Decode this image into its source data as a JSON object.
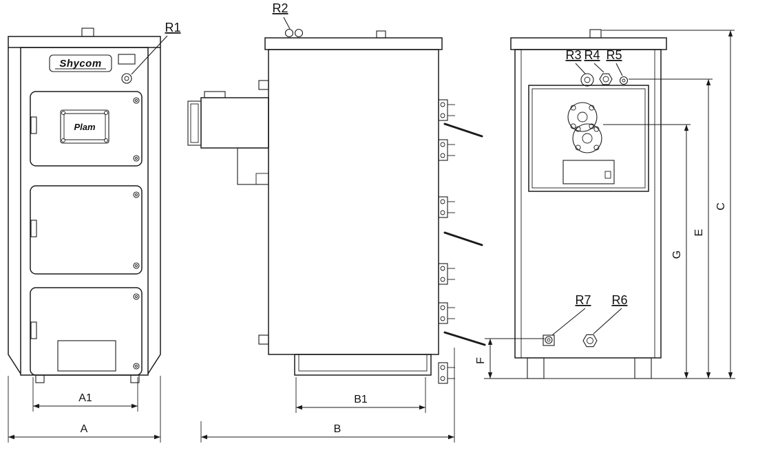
{
  "colors": {
    "line": "#1a1a1a",
    "background": "#ffffff"
  },
  "branding": {
    "logo_text": "Shycom",
    "door_plate_text": "Plam"
  },
  "callouts": {
    "r1": "R1",
    "r2": "R2",
    "r3": "R3",
    "r4": "R4",
    "r5": "R5",
    "r6": "R6",
    "r7": "R7"
  },
  "dimensions": {
    "a": "A",
    "a1": "A1",
    "b": "B",
    "b1": "B1",
    "c": "C",
    "e": "E",
    "f": "F",
    "g": "G"
  }
}
